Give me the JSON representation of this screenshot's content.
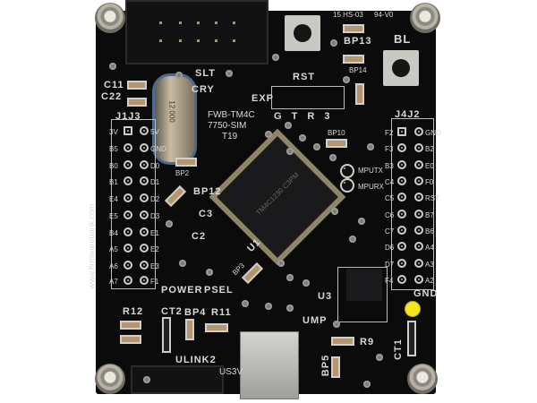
{
  "board": {
    "name": "FWB-TM4C 7750-SIM",
    "model_line1": "FWB-TM4C",
    "model_line2": "7750-SIM",
    "revision": "T19",
    "website": "www.firmwarebank.com",
    "date_code": "94-V0",
    "mfg_code": "15 HS-03",
    "colors": {
      "pcb": "#0b0b0c",
      "silkscreen": "#d9d9d6",
      "hardware": "#b7b2a3",
      "gnd_loop": "#f1e61c"
    }
  },
  "labels": {
    "slt": "SLT",
    "cry": "CRY",
    "exp": "EXP",
    "rst": "RST",
    "bl": "BL",
    "bp13": "BP13",
    "bp14": "BP14",
    "bp10": "BP10",
    "bp2": "BP2",
    "bp12": "BP12",
    "bp3": "BP3",
    "bp4": "BP4",
    "bp5": "BP5",
    "c11": "C11",
    "c22": "C22",
    "c3": "C3",
    "c2": "C2",
    "u1": "U1",
    "u3": "U3",
    "r9": "R9",
    "r11": "R11",
    "r12": "R12",
    "ct1": "CT1",
    "ct2": "CT2",
    "power": "POWER",
    "psel": "PSEL",
    "ulink2": "ULINK2",
    "us3v": "US3V",
    "ump": "UMP",
    "gnd": "GND",
    "mputx": "MPUTX",
    "mpurx": "MPURX",
    "exp_pins": "G T R 3",
    "crystal_value": "12.000",
    "mcu_marking": "TM4C1230 C3PM"
  },
  "connectors": {
    "j1j3": {
      "title": "J1J3",
      "left": [
        "3V",
        "B5",
        "B0",
        "B1",
        "E4",
        "E5",
        "B4",
        "A5",
        "A6",
        "A7"
      ],
      "right": [
        "5V",
        "GND",
        "D0",
        "D1",
        "D2",
        "D3",
        "E1",
        "E2",
        "E3",
        "F1"
      ]
    },
    "j4j2": {
      "title": "J4J2",
      "left": [
        "F2",
        "F3",
        "B3",
        "C4",
        "C5",
        "C6",
        "C7",
        "D6",
        "D7",
        "F4"
      ],
      "right": [
        "GND",
        "B2",
        "E0",
        "F0",
        "RST",
        "B7",
        "B6",
        "A4",
        "A3",
        "A2"
      ]
    }
  }
}
